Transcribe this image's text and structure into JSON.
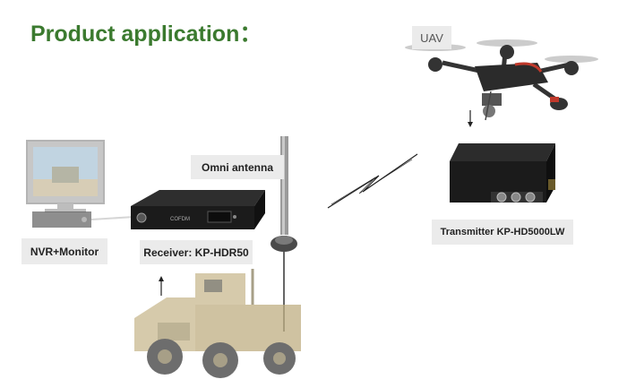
{
  "title": "Product application：",
  "labels": {
    "uav": "UAV",
    "omni_antenna": "Omni antenna",
    "nvr_monitor": "NVR+Monitor",
    "receiver": "Receiver: KP-HDR50",
    "transmitter": "Transmitter KP-HD5000LW"
  },
  "receiver_brand": "COFDM",
  "colors": {
    "title": "#3b7a2f",
    "label_bg": "#ebebeb",
    "device_dark": "#1b1b1b",
    "vehicle": "#c9b98f"
  },
  "icons": [
    "uav-drone-icon",
    "transmitter-box-icon",
    "receiver-rack-icon",
    "omni-antenna-icon",
    "monitor-icon",
    "nvr-box-icon",
    "military-vehicle-icon",
    "wireless-bolt-icon",
    "arrow-down-icon",
    "arrow-up-icon"
  ]
}
